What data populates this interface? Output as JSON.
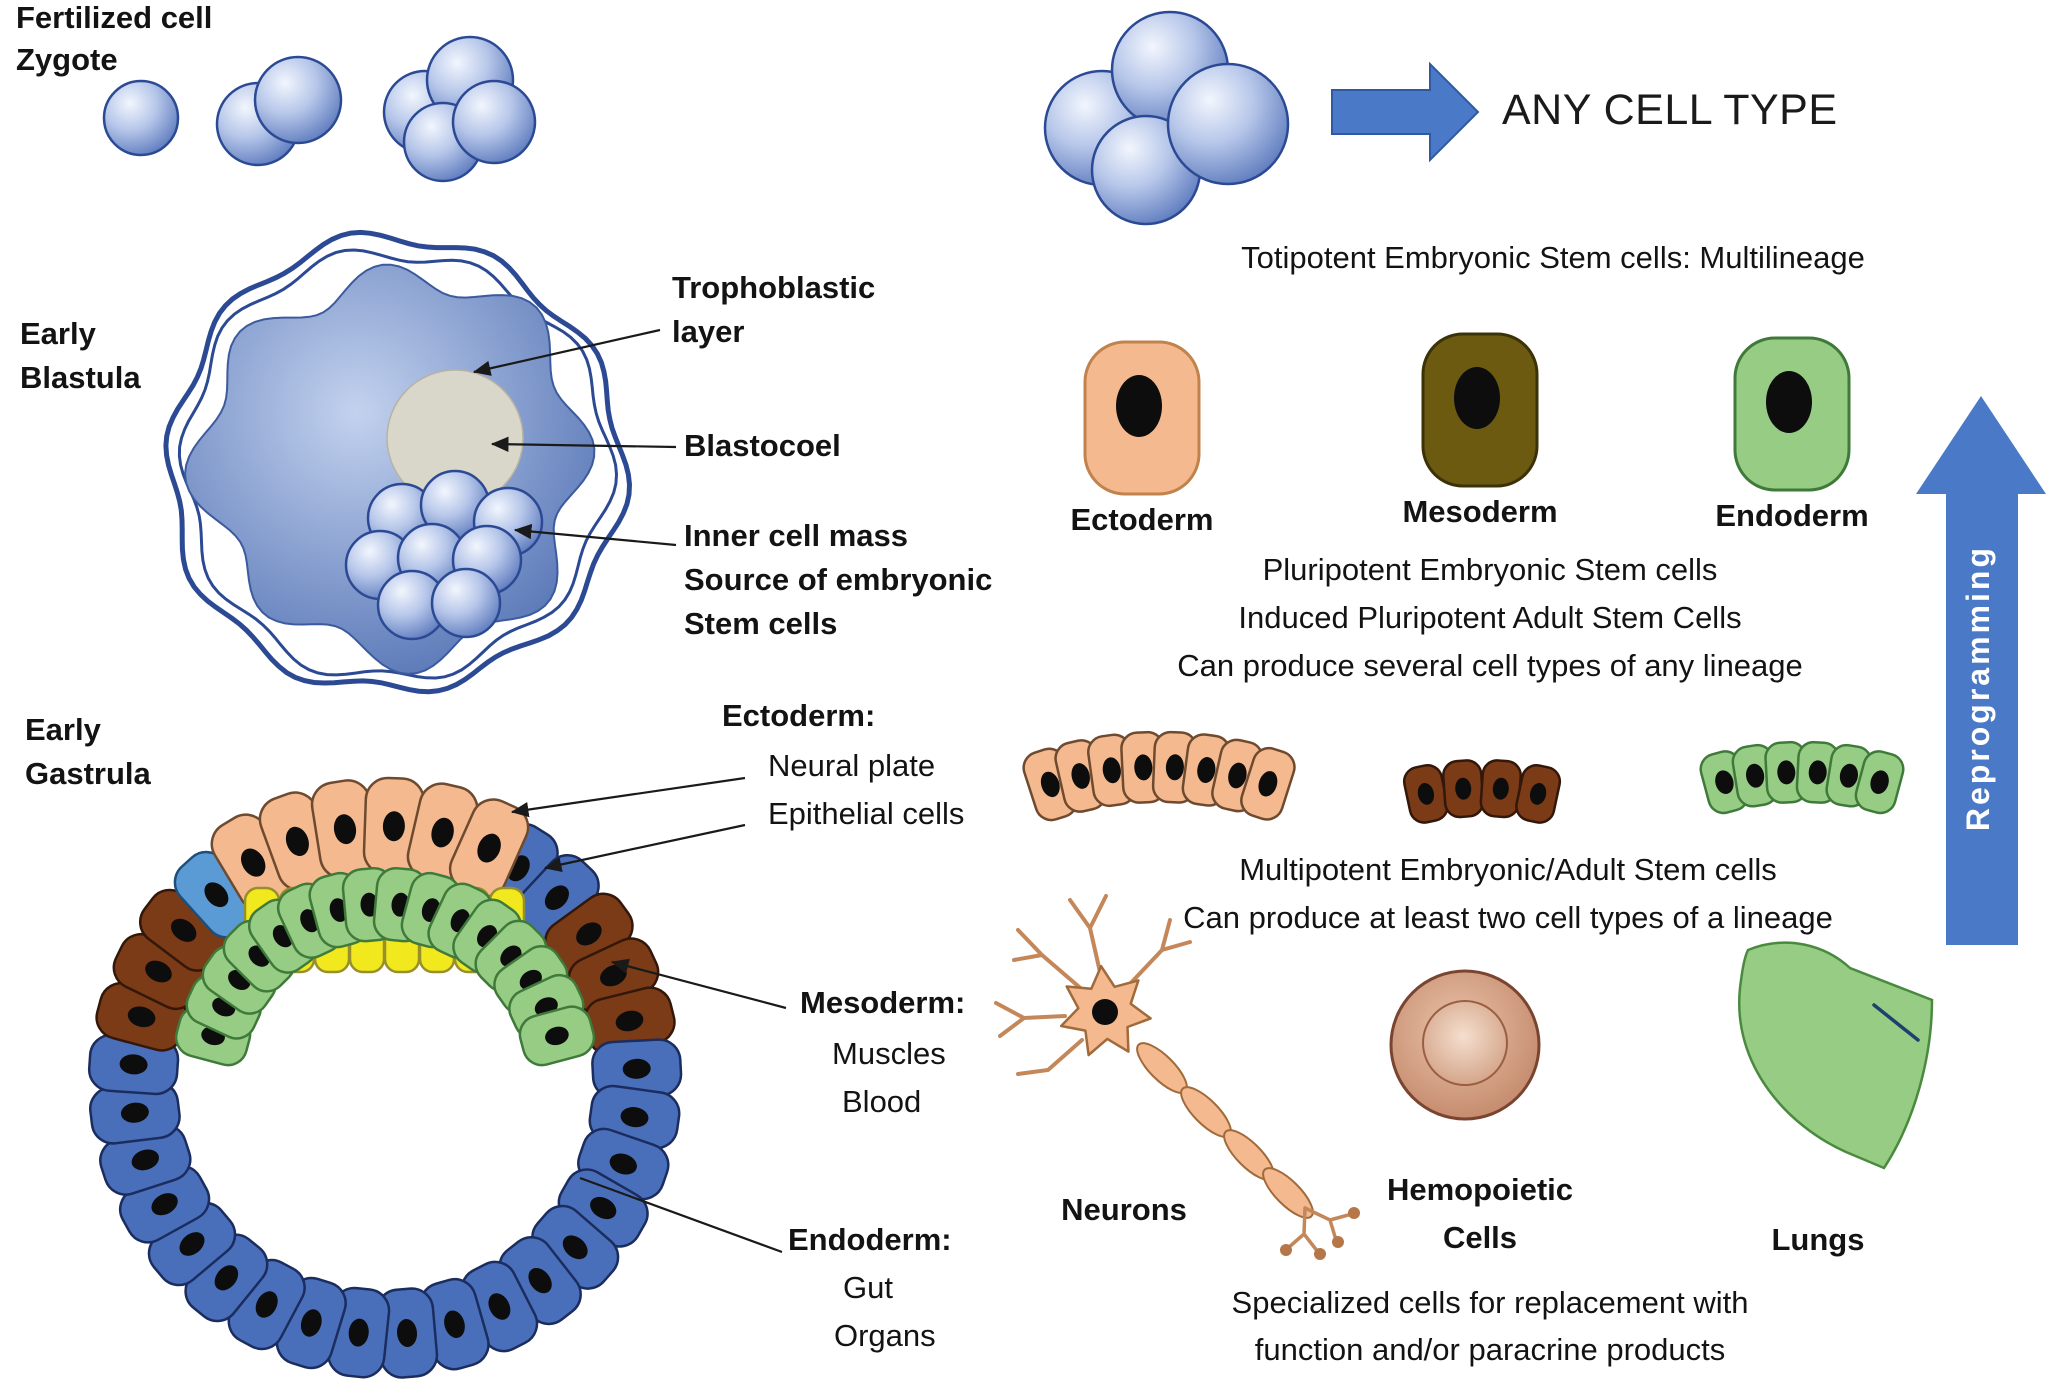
{
  "left_panel": {
    "zygote_label_line1": "Fertilized cell",
    "zygote_label_line2": "Zygote",
    "blastula_label_line1": "Early",
    "blastula_label_line2": "Blastula",
    "gastrula_label_line1": "Early",
    "gastrula_label_line2": "Gastrula",
    "blastula_annotations": {
      "trophoblastic_line1": "Trophoblastic",
      "trophoblastic_line2": "layer",
      "blastocoel": "Blastocoel",
      "inner_cell_mass_line1": "Inner cell mass",
      "inner_cell_mass_line2": "Source of embryonic",
      "inner_cell_mass_line3": "Stem cells"
    },
    "gastrula_annotations": {
      "ectoderm_heading": "Ectoderm:",
      "ectoderm_item1": "Neural plate",
      "ectoderm_item2": "Epithelial cells",
      "mesoderm_heading": "Mesoderm:",
      "mesoderm_item1": "Muscles",
      "mesoderm_item2": "Blood",
      "endoderm_heading": "Endoderm:",
      "endoderm_item1": "Gut",
      "endoderm_item2": "Organs"
    }
  },
  "right_panel": {
    "any_cell_type_label": "ANY CELL TYPE",
    "totipotent_caption": "Totipotent Embryonic Stem cells: Multilineage",
    "germ_layer_cells": [
      {
        "label": "Ectoderm"
      },
      {
        "label": "Mesoderm"
      },
      {
        "label": "Endoderm"
      }
    ],
    "pluripotent_caption_line1": "Pluripotent Embryonic Stem cells",
    "pluripotent_caption_line2": "Induced Pluripotent Adult Stem Cells",
    "pluripotent_caption_line3": "Can produce several cell types of any lineage",
    "multipotent_caption_line1": "Multipotent Embryonic/Adult Stem cells",
    "multipotent_caption_line2": "Can produce at least two cell types of a lineage",
    "specialized_cells": {
      "neurons_label": "Neurons",
      "hemopoietic_label_line1": "Hemopoietic",
      "hemopoietic_label_line2": "Cells",
      "lungs_label": "Lungs"
    },
    "specialized_caption_line1": "Specialized cells for replacement with",
    "specialized_caption_line2": "function and/or paracrine  products",
    "reprogramming_arrow_label": "Reprogramming"
  },
  "colors": {
    "sphere_highlight": "#f2f6fd",
    "sphere_mid": "#b7c7ea",
    "sphere_base": "#5473b9",
    "sphere_outline": "#2c4a94",
    "blastula_fill_light": "#c3d2ee",
    "blastula_fill_dark": "#4f6fb2",
    "blastocoel_fill": "#d9d6ca",
    "blue_cell": "#4a6fba",
    "blue_cell_stroke": "#1b2c5e",
    "light_blue_cell": "#5b9bd5",
    "peach_cell": "#f4b98f",
    "peach_cell_stroke": "#6e4a2f",
    "yellow_cell": "#f2e81e",
    "yellow_cell_stroke": "#97902a",
    "brown_cell": "#7a3b16",
    "brown_cell_stroke": "#33170a",
    "olive_cell": "#6b5a10",
    "olive_cell_stroke": "#3c3208",
    "green_cell": "#97cc85",
    "green_cell_stroke": "#3f7a3a",
    "nucleus": "#0d0d0d",
    "arrow_blue": "#4a7ac7",
    "neuron_fill": "#f4b98f",
    "neuron_stroke": "#a06a3a",
    "hemo_outer": "#bd7f60",
    "hemo_inner_light": "#f4dfce",
    "annotation_line": "#1a1a1a",
    "text": "#131313"
  }
}
